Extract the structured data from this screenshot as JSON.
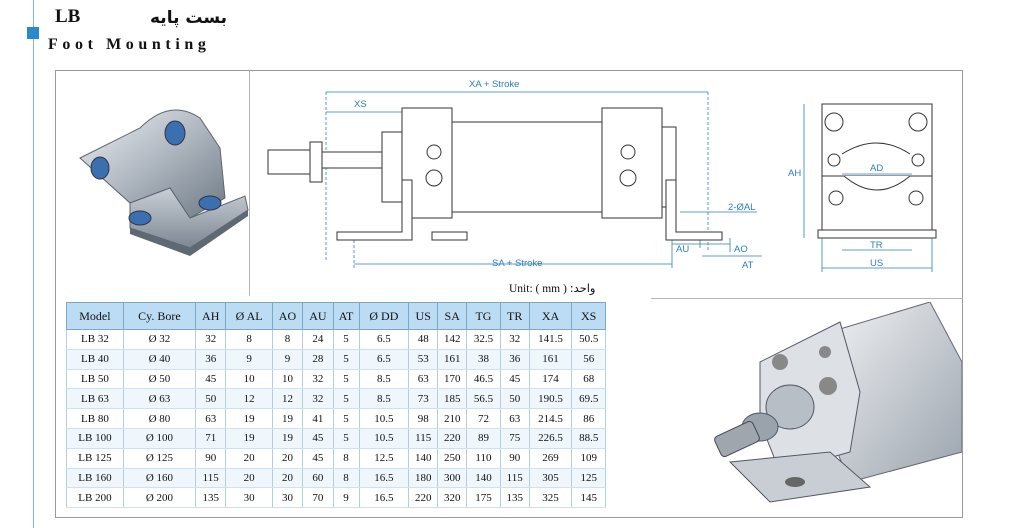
{
  "header": {
    "code": "LB",
    "title_fa": "بست پایه",
    "title_en": "Foot Mounting"
  },
  "drawing": {
    "labels": {
      "xa_stroke": "XA + Stroke",
      "xs": "XS",
      "sa_stroke": "SA + Stroke",
      "au": "AU",
      "ao": "AO",
      "at": "AT",
      "al": "2-ØAL",
      "ah": "AH",
      "ad": "AD",
      "tr": "TR",
      "us": "US"
    }
  },
  "unit": {
    "prefix": "Unit: ( mm )",
    "fa": ":واحد"
  },
  "colors": {
    "accent": "#2a88cc",
    "table_header": "#bcdcf3",
    "dimension": "#2a7fc4"
  },
  "table": {
    "headers": [
      "Model",
      "Cy. Bore",
      "AH",
      "Ø AL",
      "AO",
      "AU",
      "AT",
      "Ø DD",
      "US",
      "SA",
      "TG",
      "TR",
      "XA",
      "XS"
    ],
    "rows": [
      [
        "LB 32",
        "Ø 32",
        "32",
        "8",
        "8",
        "24",
        "5",
        "6.5",
        "48",
        "142",
        "32.5",
        "32",
        "141.5",
        "50.5"
      ],
      [
        "LB 40",
        "Ø 40",
        "36",
        "9",
        "9",
        "28",
        "5",
        "6.5",
        "53",
        "161",
        "38",
        "36",
        "161",
        "56"
      ],
      [
        "LB 50",
        "Ø 50",
        "45",
        "10",
        "10",
        "32",
        "5",
        "8.5",
        "63",
        "170",
        "46.5",
        "45",
        "174",
        "68"
      ],
      [
        "LB 63",
        "Ø 63",
        "50",
        "12",
        "12",
        "32",
        "5",
        "8.5",
        "73",
        "185",
        "56.5",
        "50",
        "190.5",
        "69.5"
      ],
      [
        "LB 80",
        "Ø 80",
        "63",
        "19",
        "19",
        "41",
        "5",
        "10.5",
        "98",
        "210",
        "72",
        "63",
        "214.5",
        "86"
      ],
      [
        "LB 100",
        "Ø 100",
        "71",
        "19",
        "19",
        "45",
        "5",
        "10.5",
        "115",
        "220",
        "89",
        "75",
        "226.5",
        "88.5"
      ],
      [
        "LB 125",
        "Ø 125",
        "90",
        "20",
        "20",
        "45",
        "8",
        "12.5",
        "140",
        "250",
        "110",
        "90",
        "269",
        "109"
      ],
      [
        "LB 160",
        "Ø 160",
        "115",
        "20",
        "20",
        "60",
        "8",
        "16.5",
        "180",
        "300",
        "140",
        "115",
        "305",
        "125"
      ],
      [
        "LB 200",
        "Ø 200",
        "135",
        "30",
        "30",
        "70",
        "9",
        "16.5",
        "220",
        "320",
        "175",
        "135",
        "325",
        "145"
      ]
    ]
  }
}
